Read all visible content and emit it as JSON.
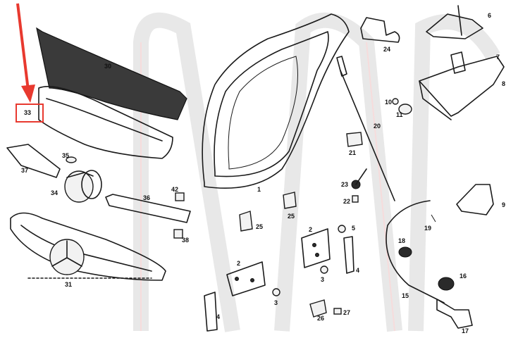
{
  "highlight": {
    "label": "33",
    "color": "#e8392f"
  },
  "labels": {
    "p1": "1",
    "p2a": "2",
    "p2b": "2",
    "p3a": "3",
    "p3b": "3",
    "p4a": "4",
    "p4b": "4",
    "p5": "5",
    "p6": "6",
    "p7": "7",
    "p8": "8",
    "p9": "9",
    "p10": "10",
    "p11": "11",
    "p15": "15",
    "p16": "16",
    "p17": "17",
    "p18": "18",
    "p19": "19",
    "p20": "20",
    "p21": "21",
    "p22": "22",
    "p23": "23",
    "p24": "24",
    "p25a": "25",
    "p25b": "25",
    "p26": "26",
    "p27": "27",
    "p30": "30",
    "p31": "31",
    "p34": "34",
    "p35": "35",
    "p36": "36",
    "p37": "37",
    "p38": "38",
    "p42": "42"
  }
}
